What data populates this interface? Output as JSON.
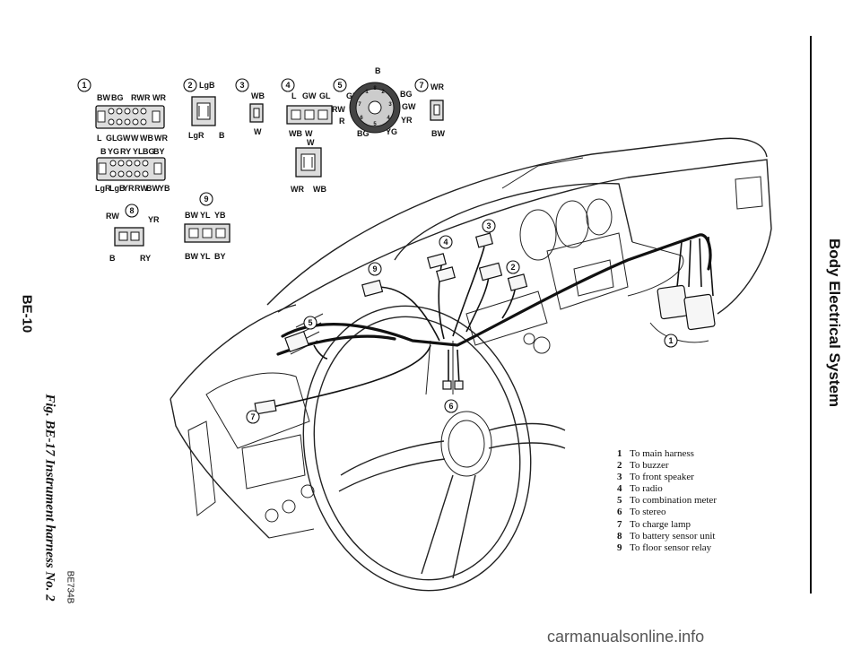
{
  "header": {
    "title": "Body Electrical System",
    "page": "BE-10",
    "caption": "Fig. BE-17 Instrument harness No. 2",
    "code": "BE734B"
  },
  "connectors": {
    "c1": {
      "num": "1",
      "top_wires": [
        "BW",
        "BG",
        "RW",
        "R",
        "WR"
      ],
      "mid_wires": [
        "L",
        "GL",
        "GW",
        "W",
        "WB",
        "WR"
      ],
      "low_top_wires": [
        "B",
        "YG",
        "RY",
        "YL",
        "BG",
        "BY"
      ],
      "bottom_wires": [
        "LgR",
        "LgB",
        "YR",
        "RW",
        "BW",
        "YB"
      ]
    },
    "c2": {
      "num": "2",
      "top": "LgB",
      "bottom_left": "LgR",
      "bottom_right": "B"
    },
    "c3": {
      "num": "3",
      "top": "WB",
      "bottom": "W"
    },
    "c4": {
      "num": "4",
      "top_wires": [
        "L",
        "GW",
        "GL"
      ],
      "bottom_wires": [
        "WB",
        "W"
      ],
      "sub_top": "W",
      "sub_bottom_left": "WR",
      "sub_bottom_right": "WB"
    },
    "c5": {
      "num": "5",
      "wires": [
        "B",
        "GL",
        "BG",
        "RW",
        "GW",
        "R",
        "YR",
        "BG",
        "YG"
      ],
      "pins": [
        "1",
        "2",
        "3",
        "4",
        "5",
        "6",
        "7",
        "8"
      ]
    },
    "c7": {
      "num": "7",
      "top": "WR",
      "bottom": "BW"
    },
    "c8": {
      "num": "8",
      "top_left": "RW",
      "top_right": "YR",
      "bottom_left": "B",
      "bottom_right": "RY"
    },
    "c9": {
      "num": "9",
      "top_wires": [
        "BW",
        "YL",
        "YB"
      ],
      "bottom_wires": [
        "BW",
        "YL",
        "BY"
      ]
    }
  },
  "callouts": [
    "1",
    "2",
    "3",
    "4",
    "5",
    "6",
    "7",
    "8",
    "9"
  ],
  "legend": [
    {
      "num": "1",
      "text": "To main harness"
    },
    {
      "num": "2",
      "text": "To buzzer"
    },
    {
      "num": "3",
      "text": "To front speaker"
    },
    {
      "num": "4",
      "text": "To radio"
    },
    {
      "num": "5",
      "text": "To combination meter"
    },
    {
      "num": "6",
      "text": "To stereo"
    },
    {
      "num": "7",
      "text": "To charge lamp"
    },
    {
      "num": "8",
      "text": "To battery sensor unit"
    },
    {
      "num": "9",
      "text": "To floor sensor relay"
    }
  ],
  "watermark": "carmanualsonline.info"
}
